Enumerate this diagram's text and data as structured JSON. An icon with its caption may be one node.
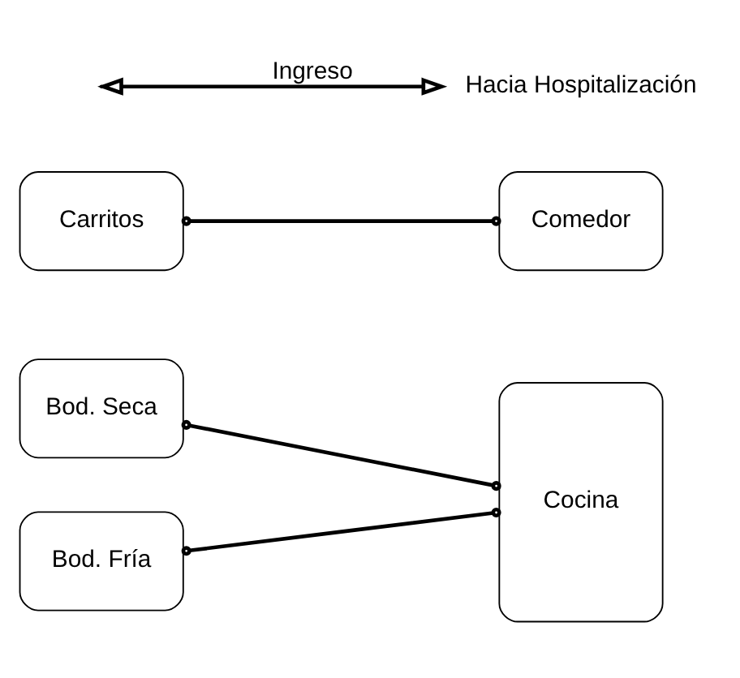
{
  "diagram": {
    "nodes": [
      {
        "text": [
          "Bod. Seca"
        ]
      },
      {
        "text": [
          "Cocina"
        ]
      },
      {
        "text": [
          "Bod. Fría"
        ]
      },
      {
        "text": [
          "Carritos"
        ]
      },
      {
        "text": [
          "Comedor"
        ]
      },
      {
        "text": [
          "Hacia Hospitalización"
        ]
      }
    ],
    "edges": [
      {
        "from": 0,
        "to": 1,
        "arrow": "other"
      },
      {
        "from": 2,
        "to": 1,
        "arrow": "other"
      },
      {
        "from": 3,
        "to": 4,
        "arrow": "other"
      },
      {
        "from": null,
        "to": 5,
        "arrow": "both",
        "label": "Ingreso"
      }
    ]
  }
}
